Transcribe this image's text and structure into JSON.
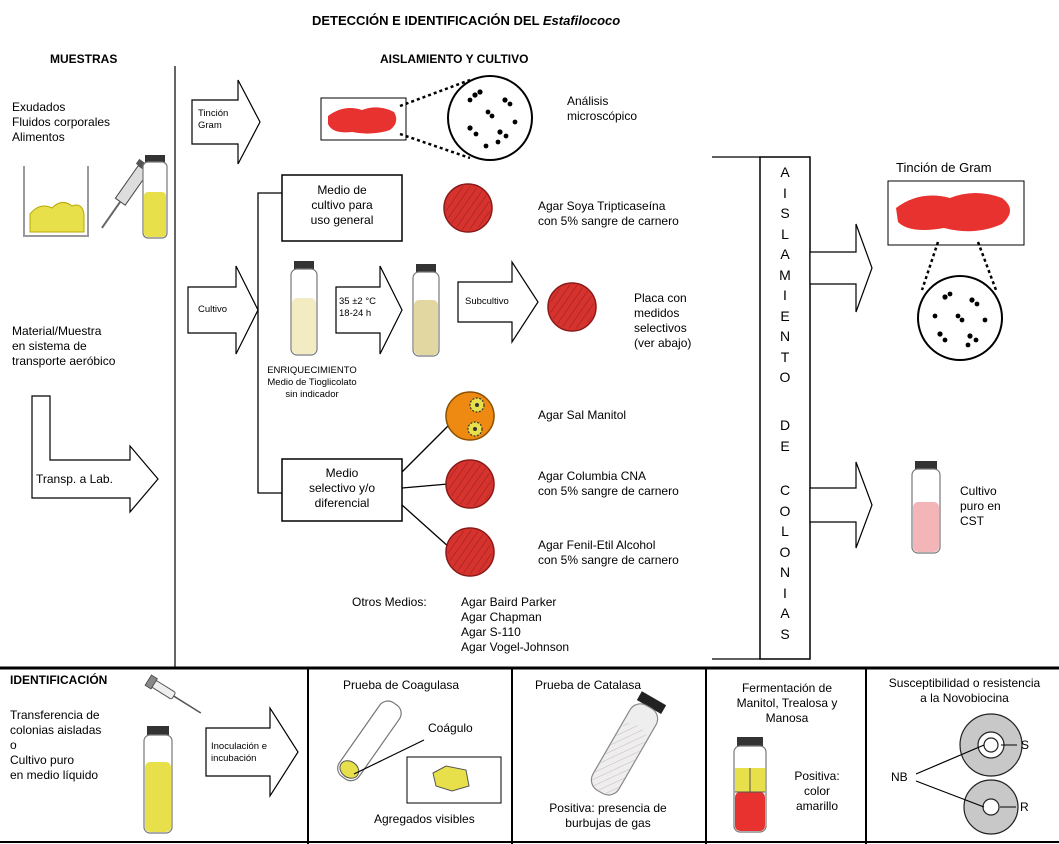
{
  "title": {
    "main": "DETECCIÓN E IDENTIFICACIÓN DEL ",
    "italic": "Estafilococo"
  },
  "headers": {
    "muestras": "MUESTRAS",
    "aislamiento": "AISLAMIENTO Y CULTIVO",
    "identificacion": "IDENTIFICACIÓN"
  },
  "muestras": {
    "samples": [
      "Exudados",
      "Fluidos corporales",
      "Alimentos"
    ],
    "transport": [
      "Material/Muestra",
      "en sistema de",
      "transporte aeróbico"
    ],
    "transp_label": "Transp. a Lab."
  },
  "cultivo": {
    "tincion_gram_arrow": [
      "Tinción",
      "Gram"
    ],
    "analisis": [
      "Análisis",
      "microscópico"
    ],
    "cultivo_arrow": "Cultivo",
    "medio_general": [
      "Medio de",
      "cultivo para",
      "uso general"
    ],
    "agar_soya": [
      "Agar Soya Tripticaseína",
      "con 5% sangre de carnero"
    ],
    "incubacion": [
      "35 ±2 °C",
      "18-24 h"
    ],
    "subcultivo": "Subcultivo",
    "placa_selectiva": [
      "Placa con",
      "medidos",
      "selectivos",
      "(ver abajo)"
    ],
    "enriquecimiento": [
      "ENRIQUECIMIENTO",
      "Medio de Tioglicolato",
      "sin indicador"
    ],
    "agar_sal_manitol": "Agar Sal Manitol",
    "medio_selectivo": [
      "Medio",
      "selectivo y/o",
      "diferencial"
    ],
    "agar_columbia": [
      "Agar Columbia CNA",
      "con 5% sangre de carnero"
    ],
    "agar_fenil": [
      "Agar Fenil-Etil Alcohol",
      "con 5% sangre de carnero"
    ],
    "otros_label": "Otros Medios:",
    "otros_medios": [
      "Agar Baird Parker",
      "Agar Chapman",
      "Agar S-110",
      "Agar Vogel-Johnson"
    ],
    "aislamiento_vertical_1": [
      "A",
      "I",
      "S",
      "L",
      "A",
      "M",
      "I",
      "E",
      "N",
      "T",
      "O"
    ],
    "aislamiento_vertical_2": "DE",
    "aislamiento_vertical_3": [
      "C",
      "O",
      "L",
      "O",
      "N",
      "I",
      "A",
      "S"
    ],
    "tincion_gram_right": "Tinción de Gram",
    "cultivo_puro": [
      "Cultivo",
      "puro en",
      "CST"
    ]
  },
  "identificacion": {
    "transferencia": [
      "Transferencia de",
      "colonias aisladas",
      "o",
      "Cultivo puro",
      "en medio líquido"
    ],
    "inoculacion": [
      "Inoculación e",
      "incubación"
    ],
    "coagulasa_title": "Prueba de Coagulasa",
    "coagulo": "Coágulo",
    "agregados": "Agregados visibles",
    "catalasa_title": "Prueba de Catalasa",
    "catalasa_result": [
      "Positiva: presencia de",
      "burbujas de gas"
    ],
    "fermentacion_title": [
      "Fermentación de",
      "Manitol, Trealosa y",
      "Manosa"
    ],
    "fermentacion_result": [
      "Positiva:",
      "color",
      "amarillo"
    ],
    "novobiocina_title": [
      "Susceptibilidad o resistencia",
      "a la Novobiocina"
    ],
    "nb": "NB",
    "s": "S",
    "r": "R"
  },
  "colors": {
    "blood_red": "#e8322f",
    "agar_red": "#d6322e",
    "yellow": "#e8e04a",
    "orange": "#ee8a12",
    "broth": "#f3ecc2",
    "pink": "#f3b5b8",
    "gray": "#c8c8c8"
  }
}
